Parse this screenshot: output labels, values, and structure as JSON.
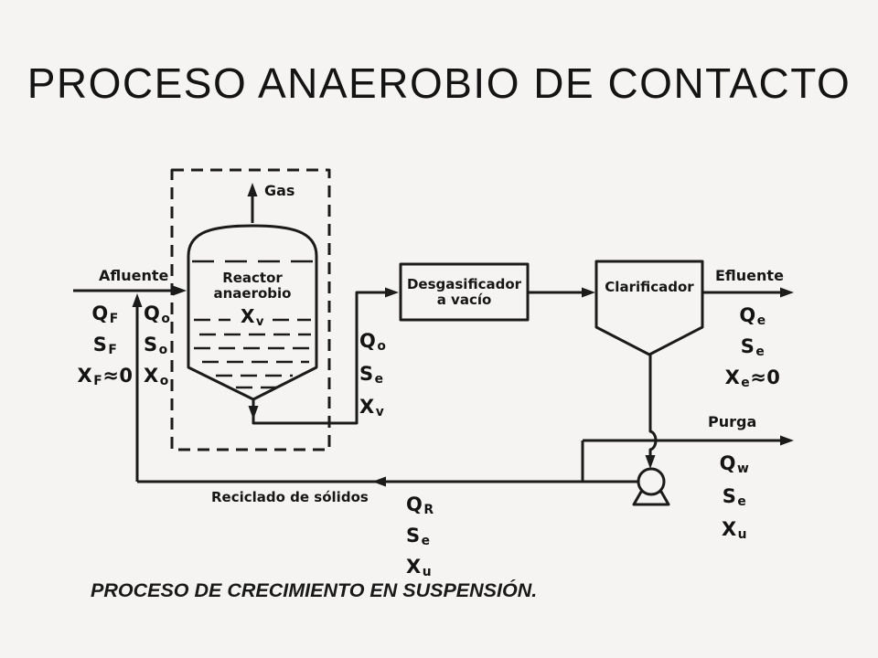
{
  "slide": {
    "title": "PROCESO ANAEROBIO DE CONTACTO",
    "caption": "PROCESO DE CRECIMIENTO EN SUSPENSIÓN.",
    "background_color": "#f5f4f2",
    "ink_color": "#1b1b1b"
  },
  "diagram": {
    "gas_label": "Gas",
    "reactor": {
      "line1": "Reactor",
      "line2": "anaerobio",
      "content_var": {
        "b": "X",
        "s": "v"
      }
    },
    "degasifier": {
      "line1": "Desgasificador",
      "line2": "a vacío"
    },
    "clarifier": {
      "label": "Clarificador"
    },
    "streams": {
      "influent": {
        "title": "Afluente",
        "vars": [
          {
            "b": "Q",
            "s": "F"
          },
          {
            "b": "S",
            "s": "F"
          },
          {
            "b": "X",
            "s": "F",
            "t": "≈0"
          }
        ]
      },
      "mixed_feed": {
        "vars": [
          {
            "b": "Q",
            "s": "o"
          },
          {
            "b": "S",
            "s": "o"
          },
          {
            "b": "X",
            "s": "o"
          }
        ]
      },
      "reactor_out": {
        "vars": [
          {
            "b": "Q",
            "s": "o"
          },
          {
            "b": "S",
            "s": "e"
          },
          {
            "b": "X",
            "s": "v"
          }
        ]
      },
      "effluent": {
        "title": "Efluente",
        "vars": [
          {
            "b": "Q",
            "s": "e"
          },
          {
            "b": "S",
            "s": "e"
          },
          {
            "b": "X",
            "s": "e",
            "t": "≈0"
          }
        ]
      },
      "purge": {
        "title": "Purga",
        "vars": [
          {
            "b": "Q",
            "s": "w"
          },
          {
            "b": "S",
            "s": "e"
          },
          {
            "b": "X",
            "s": "u"
          }
        ]
      },
      "recycle": {
        "title": "Reciclado de sólidos",
        "vars": [
          {
            "b": "Q",
            "s": "R"
          },
          {
            "b": "S",
            "s": "e"
          },
          {
            "b": "X",
            "s": "u"
          }
        ]
      }
    }
  }
}
